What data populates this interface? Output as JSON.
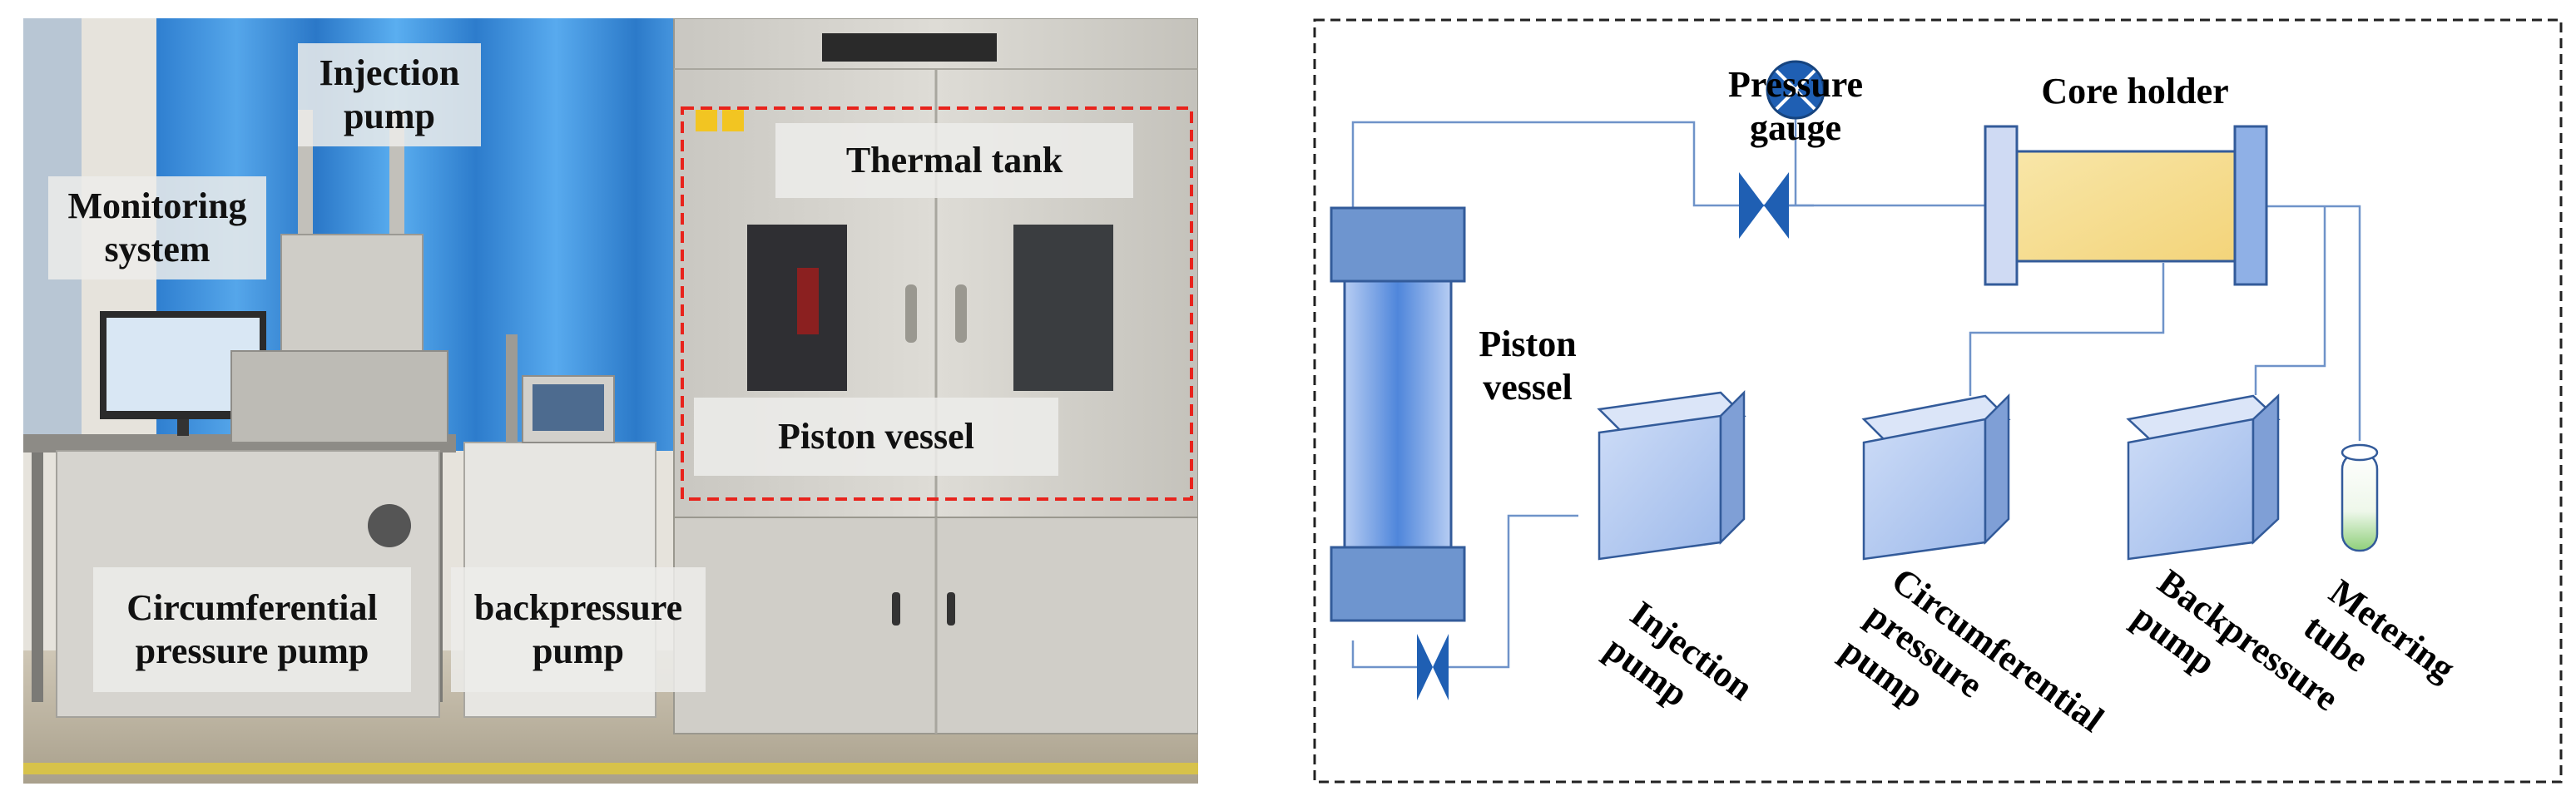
{
  "photo": {
    "labels": {
      "injection_pump": "Injection\npump",
      "monitoring_system": "Monitoring\nsystem",
      "thermal_tank": "Thermal tank",
      "piston_vessel": "Piston vessel",
      "circumferential_pressure_pump": "Circumferential\npressure pump",
      "backpressure_pump": "backpressure\npump"
    },
    "highlight_color": "#e8231c"
  },
  "schematic": {
    "labels": {
      "pressure_gauge": "Pressure\ngauge",
      "core_holder": "Core holder",
      "piston_vessel": "Piston\nvessel",
      "injection_pump": "Injection\npump",
      "circumferential_pressure_pump": "Circumferential\npressure\npump",
      "backpressure_pump": "Backpressure\npump",
      "metering_tube": "Metering tube"
    },
    "colors": {
      "line": "#6f93c9",
      "pump_face": "#b9cdf2",
      "vessel_cap": "#6e95cf",
      "core_fill": "#f6df95",
      "valve": "#1f5fb3",
      "liquid": "#8fcf7a"
    }
  }
}
